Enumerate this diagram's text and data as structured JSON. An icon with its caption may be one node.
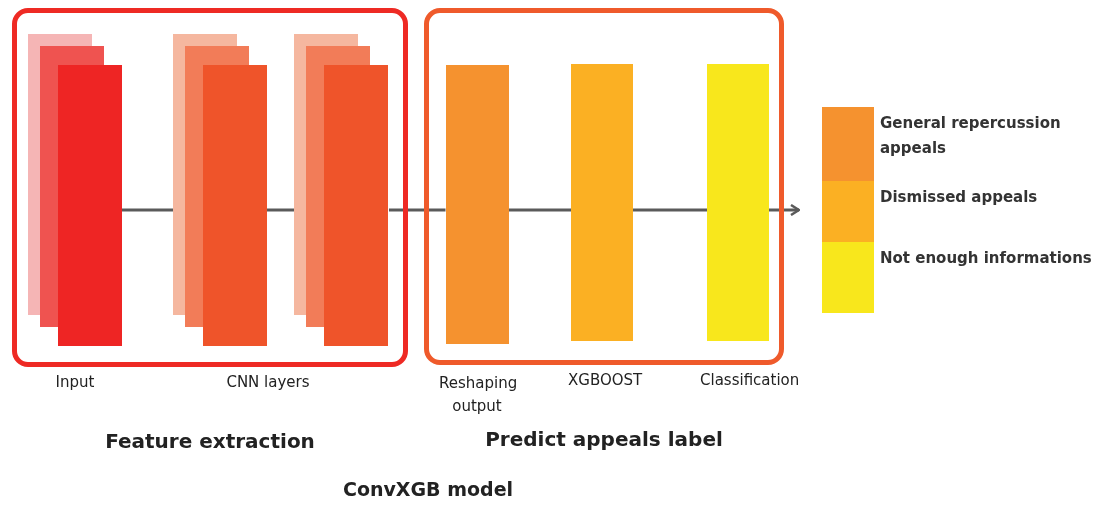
{
  "diagram": {
    "caption": "ConvXGB model",
    "nodes": [
      {
        "text": [
          "Feature extraction"
        ]
      },
      {
        "text": [
          "Input"
        ],
        "in": 0
      },
      {
        "text": [],
        "shape": "bar",
        "in": 0
      },
      {
        "text": [],
        "shape": "bar",
        "in": 0
      },
      {
        "text": [
          "Predict appeals label"
        ]
      },
      {
        "text": [
          "Reshaping output"
        ],
        "in": 4
      },
      {
        "text": [
          "XGBOOST"
        ],
        "in": 4
      },
      {
        "text": [
          "Classification"
        ],
        "in": 4
      }
    ],
    "edges": [
      {
        "from": 1,
        "to": 2,
        "arrow": "none"
      },
      {
        "from": 2,
        "to": 3,
        "arrow": "none"
      },
      {
        "from": 3,
        "to": 5,
        "arrow": "none"
      },
      {
        "from": 5,
        "to": 6,
        "arrow": "none"
      },
      {
        "from": 6,
        "to": 7,
        "arrow": "none"
      },
      {
        "from": 7,
        "to": null,
        "arrow": "to"
      }
    ],
    "labels": [
      "CNN layers"
    ],
    "legend": [
      {
        "text": "General repercussion appeals",
        "color": "#f5922f"
      },
      {
        "text": "Dismissed appeals",
        "color": "#fbb023"
      },
      {
        "text": "Not enough informations",
        "color": "#f8e71c"
      }
    ]
  }
}
